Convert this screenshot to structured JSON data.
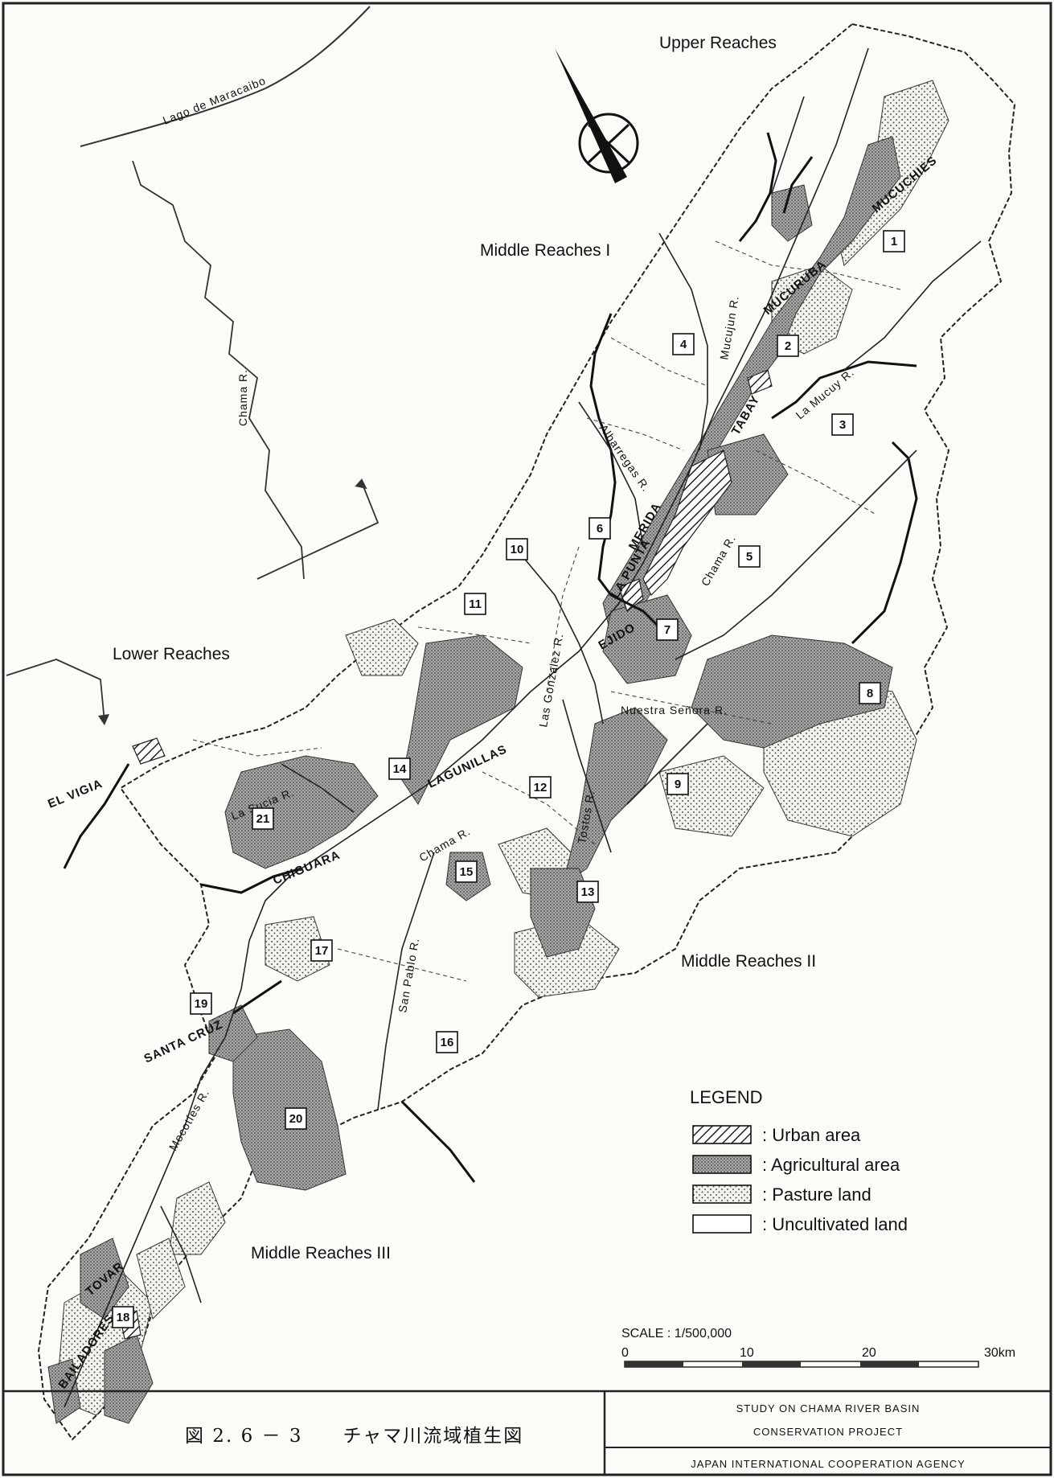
{
  "regions": {
    "upper": "Upper Reaches",
    "middle1": "Middle Reaches I",
    "middle2": "Middle Reaches II",
    "middle3": "Middle Reaches III",
    "lower": "Lower Reaches"
  },
  "places": {
    "lago": "Lago de Maracaibo",
    "chama_outer": "Chama R.",
    "el_vigia": "EL VIGIA",
    "mucuchies": "MUCUCHIES",
    "mucuruba": "MUCURUBA",
    "tabay": "TABAY",
    "merida": "MERIDA",
    "la_punta": "LA PUNTA",
    "ejido": "EJIDO",
    "lagunillas": "LAGUNILLAS",
    "chiguara": "CHIGUARA",
    "santa_cruz": "SANTA CRUZ",
    "tovar": "TOVAR",
    "bailadores": "BAILADORES"
  },
  "rivers": {
    "mucujun": "Mucujun R.",
    "la_mucuy": "La Mucuy R.",
    "albarregas": "Albarregas R.",
    "chama_upper": "Chama R.",
    "gonzalez": "Las Gonzalez R.",
    "nuestra": "Nuestra Señora R.",
    "tostos": "Tostos R.",
    "la_sucia": "La Sucia R.",
    "chama_mid": "Chama R.",
    "san_pablo": "San Pablo R.",
    "mocotics": "Mocotíes R."
  },
  "subbasins": [
    "1",
    "2",
    "3",
    "4",
    "5",
    "6",
    "7",
    "8",
    "9",
    "10",
    "11",
    "12",
    "13",
    "14",
    "15",
    "16",
    "17",
    "19",
    "21",
    "20",
    "18"
  ],
  "legend": {
    "title": "LEGEND",
    "items": [
      {
        "pattern": "urban",
        "label": ": Urban area"
      },
      {
        "pattern": "agri",
        "label": ": Agricultural area"
      },
      {
        "pattern": "pasture",
        "label": ": Pasture land"
      },
      {
        "pattern": "uncult",
        "label": ": Uncultivated land"
      }
    ]
  },
  "scale": {
    "label": "SCALE : 1/500,000",
    "ticks": [
      "0",
      "10",
      "20",
      "30km"
    ]
  },
  "title_block": {
    "figure_title": "図 2. 6 － 3　　チャマ川流域植生図",
    "study_line1": "STUDY ON CHAMA RIVER BASIN",
    "study_line2": "CONSERVATION PROJECT",
    "agency": "JAPAN INTERNATIONAL COOPERATION AGENCY"
  }
}
